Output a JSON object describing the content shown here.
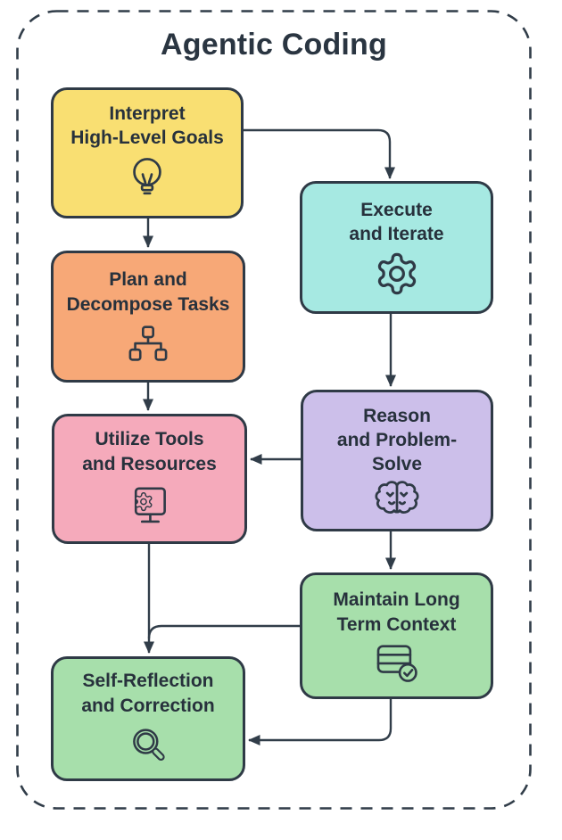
{
  "title": "Agentic Coding",
  "colors": {
    "background": "#FFFFFF",
    "stroke": "#313D49",
    "text": "#27313C",
    "arrow": "#313D49"
  },
  "nodes": [
    {
      "id": "interpret-high-level-goals",
      "label": "Interpret\nHigh-Level Goals",
      "icon": "lightbulb-icon",
      "fill": "#F9DF72"
    },
    {
      "id": "execute-and-iterate",
      "label": "Execute\nand Iterate",
      "icon": "gear-icon",
      "fill": "#A6E9E2"
    },
    {
      "id": "plan-and-decompose-tasks",
      "label": "Plan and\nDecompose Tasks",
      "icon": "hierarchy-icon",
      "fill": "#F7A877"
    },
    {
      "id": "reason-and-problem-solve",
      "label": "Reason\nand Problem-\nSolve",
      "icon": "brain-icon",
      "fill": "#CCBFEA"
    },
    {
      "id": "utilize-tools-and-resources",
      "label": "Utilize Tools\nand Resources",
      "icon": "gear-monitor-icon",
      "fill": "#F5AABB"
    },
    {
      "id": "maintain-long-term-context",
      "label": "Maintain Long\nTerm Context",
      "icon": "database-check-icon",
      "fill": "#A7DFAB"
    },
    {
      "id": "self-reflection-and-correction",
      "label": "Self-Reflection\nand Correction",
      "icon": "magnifier-icon",
      "fill": "#A7DFAB"
    }
  ],
  "edges": [
    {
      "from": "interpret-high-level-goals",
      "to": "execute-and-iterate",
      "enters": "top"
    },
    {
      "from": "interpret-high-level-goals",
      "to": "plan-and-decompose-tasks",
      "enters": "top"
    },
    {
      "from": "execute-and-iterate",
      "to": "reason-and-problem-solve",
      "enters": "top"
    },
    {
      "from": "plan-and-decompose-tasks",
      "to": "utilize-tools-and-resources",
      "enters": "top"
    },
    {
      "from": "reason-and-problem-solve",
      "to": "utilize-tools-and-resources",
      "enters": "right"
    },
    {
      "from": "reason-and-problem-solve",
      "to": "maintain-long-term-context",
      "enters": "top"
    },
    {
      "from": "utilize-tools-and-resources",
      "to": "self-reflection-and-correction",
      "enters": "top"
    },
    {
      "from": "maintain-long-term-context",
      "to": "self-reflection-and-correction",
      "enters": "top"
    },
    {
      "from": "maintain-long-term-context",
      "to": "self-reflection-and-correction",
      "enters": "right"
    }
  ]
}
